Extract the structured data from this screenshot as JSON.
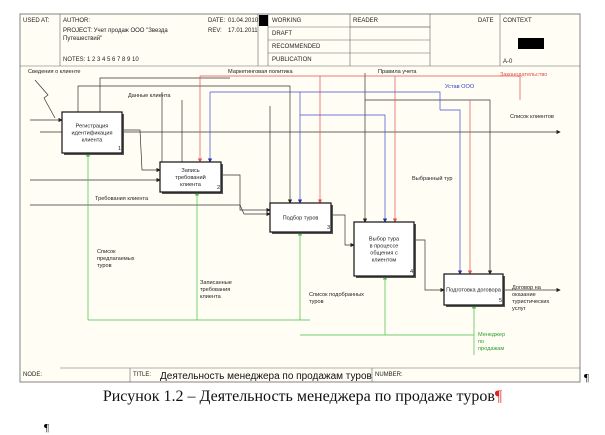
{
  "header": {
    "used_at": "USED AT:",
    "author": "AUTHOR:",
    "project": "PROJECT:  Учет продаж ООО \"Звезда",
    "project_2": "Путешествий\"",
    "notes": "NOTES:  1  2  3  4  5  6  7  8  9  10",
    "date_label": "DATE:",
    "date": "01.04.2010",
    "rev_label": "REV:",
    "rev": "17.01.2011",
    "working": "WORKING",
    "draft": "DRAFT",
    "recommended": "RECOMMENDED",
    "publication": "PUBLICATION",
    "reader": "READER",
    "reader_date": "DATE",
    "context": "CONTEXT",
    "context_node": "A-0"
  },
  "boxes": [
    {
      "label": [
        "Регистрация",
        "идентификация",
        "клиента"
      ],
      "num": "1"
    },
    {
      "label": [
        "Запись",
        "требований",
        "клиента"
      ],
      "num": "2"
    },
    {
      "label": [
        "Подбор туров"
      ],
      "num": "3"
    },
    {
      "label": [
        "Выбор тура",
        "в процессе",
        "общения с",
        "клиентом"
      ],
      "num": "4"
    },
    {
      "label": [
        "Подготовка договора"
      ],
      "num": "5"
    }
  ],
  "arrow_labels": {
    "client_info": "Сведения о клиенте",
    "marketing": "Маркетинговая политика",
    "client_data": "Данные клиента",
    "accounting_rules": "Правила учета",
    "legislation": "Законодательство",
    "charter": "Устав ООО",
    "client_list": "Список клиентов",
    "client_requirements": "Требования клиента",
    "chosen_tour": "Выбранный тур",
    "offered_tours": [
      "Список",
      "предлагаемых",
      "туров"
    ],
    "recorded_requirements": [
      "Записанные",
      "требования",
      "клиента"
    ],
    "selected_tours": [
      "Список подобранных",
      "туров"
    ],
    "contract": [
      "Договор на",
      "оказание",
      "туристических",
      "услуг"
    ],
    "sales_manager": [
      "Менеджер",
      "по",
      "продажам"
    ]
  },
  "footer": {
    "node": "NODE:",
    "title_label": "TITLE:",
    "title": "Деятельность менеджера  по продажам туров",
    "number": "NUMBER:"
  },
  "caption": "Рисунок 1.2 – Деятельность менеджера по продаже туров",
  "pilcrow": "¶",
  "colors": {
    "control_red": "#e05050",
    "control_blue": "#4050d0",
    "mechanism_green": "#40c040",
    "background": "#fffdf4"
  }
}
